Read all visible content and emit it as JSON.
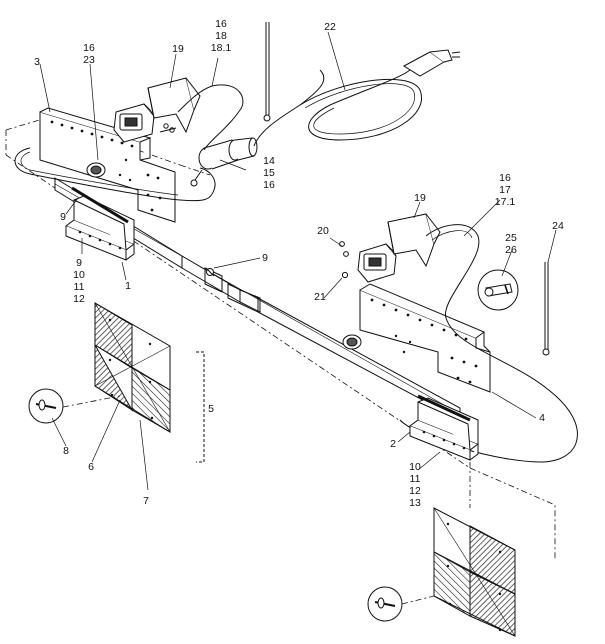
{
  "callouts": {
    "c1": "1",
    "c2": "2",
    "c3": "3",
    "c4": "4",
    "c5": "5",
    "c6": "6",
    "c7": "7",
    "c8": "8",
    "c9a": "9",
    "c9b": "9",
    "c19a": "19",
    "c19b": "19",
    "c21": "21",
    "c22": "22",
    "c24": "24"
  },
  "stacks": {
    "s_16_18_181": [
      "16",
      "18",
      "18.1"
    ],
    "s_16_23": [
      "16",
      "23"
    ],
    "s_14_15_16": [
      "14",
      "15",
      "16"
    ],
    "s_9_10_11_12": [
      "9",
      "10",
      "11",
      "12"
    ],
    "s_16_17_171": [
      "16",
      "17",
      "17.1"
    ],
    "s_25_26": [
      "25",
      "26"
    ],
    "s_20": [
      "20"
    ],
    "s_10_11_12_13": [
      "10",
      "11",
      "12",
      "13"
    ]
  },
  "colors": {
    "ink": "#111111",
    "paper": "#ffffff",
    "hatch": "#222222"
  }
}
